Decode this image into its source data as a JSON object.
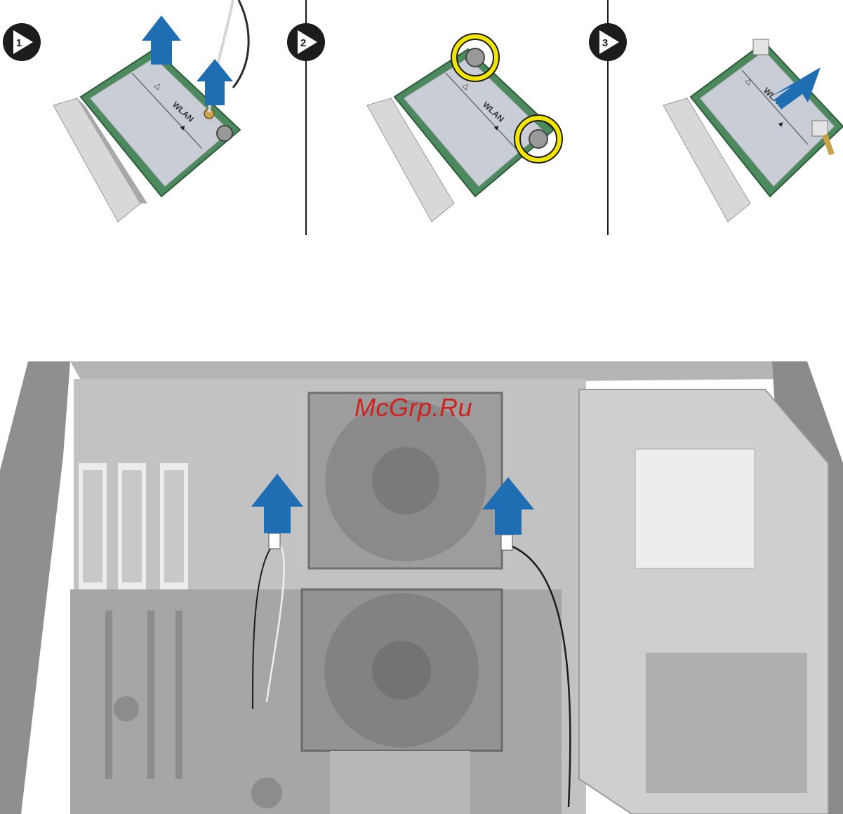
{
  "steps": [
    {
      "number": "1",
      "card_label": "WLAN"
    },
    {
      "number": "2",
      "card_label": "WLAN"
    },
    {
      "number": "3",
      "card_label": "WLAN"
    }
  ],
  "watermark": "McGrp.Ru",
  "colors": {
    "arrow_blue": "#1f6db3",
    "highlight_yellow": "#f2e600",
    "card_green": "#3f7a55",
    "label_silver": "#c8ccd2",
    "badge_black": "#1c1c1c",
    "photo_gray": "#bcbcbc"
  },
  "icons": [
    "step-badge-icon",
    "lift-arrow-icon",
    "screw-highlight-icon",
    "slide-arrow-icon"
  ]
}
